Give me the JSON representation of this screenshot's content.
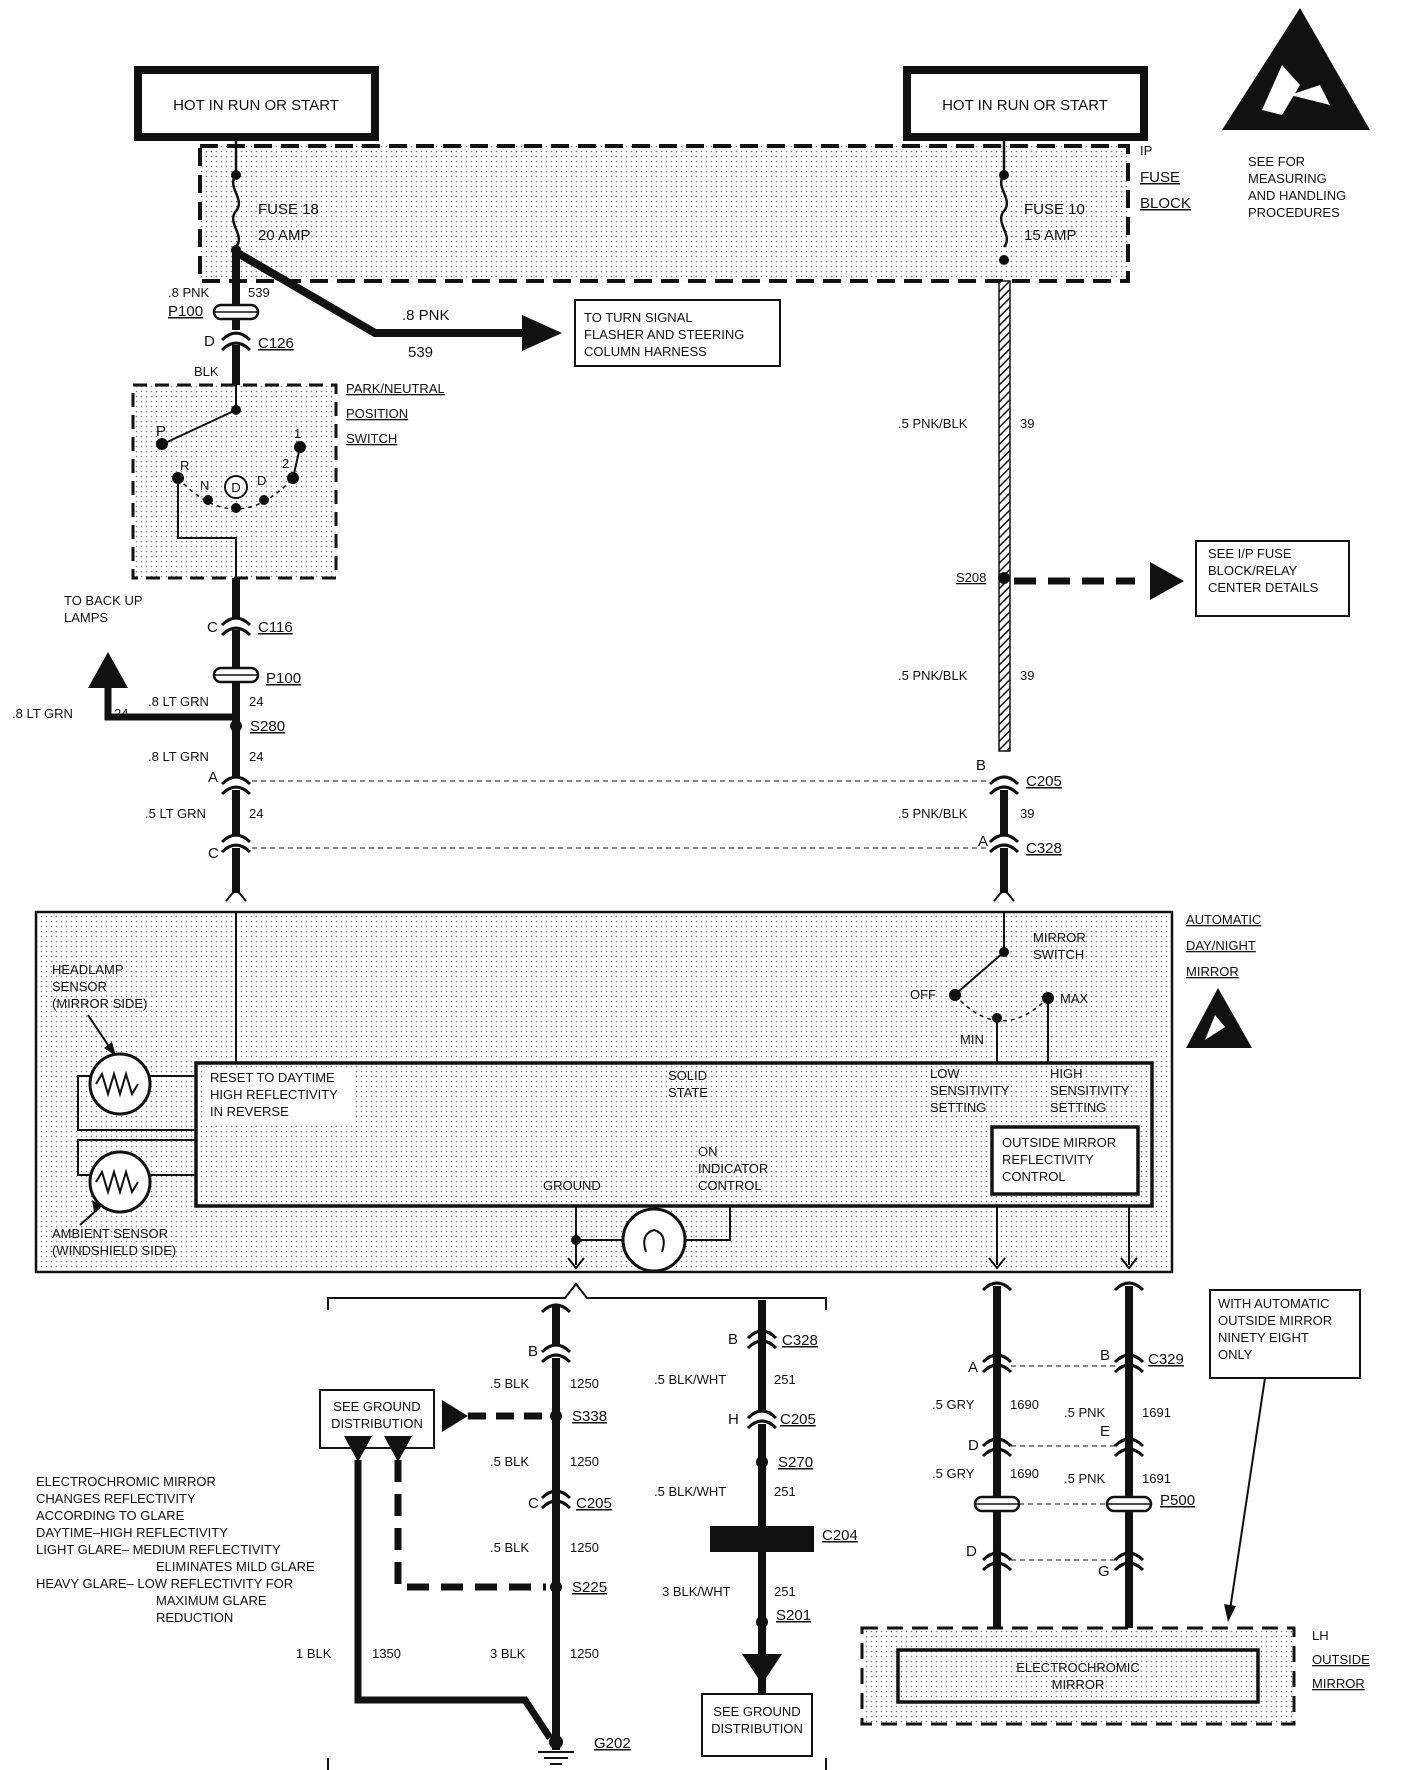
{
  "top_left_box": "HOT IN RUN OR START",
  "top_right_box": "HOT IN RUN OR START",
  "esd_note": [
    "SEE FOR",
    "MEASURING",
    "AND HANDLING",
    "PROCEDURES"
  ],
  "fuse_block": {
    "label": [
      "IP",
      "FUSE",
      "BLOCK"
    ]
  },
  "fuse_left": {
    "name": "FUSE 18",
    "rating": "20 AMP"
  },
  "fuse_right": {
    "name": "FUSE 10",
    "rating": "15 AMP"
  },
  "turn_signal": {
    "box": [
      "TO TURN SIGNAL",
      "FLASHER AND STEERING",
      "COLUMN HARNESS"
    ],
    "wire": ".8 PNK",
    "circuit": "539"
  },
  "left_wires": {
    "w1": ".8 PNK",
    "c1": "539",
    "p100": "P100",
    "pin_d": "D",
    "c126": "C126",
    "blk": "BLK",
    "pin_c": "C",
    "c116": "C116",
    "p100b": "P100",
    "back_up": [
      "TO BACK UP",
      "LAMPS"
    ],
    "ltgrn_left": ".8 LT GRN",
    "c24a": "24",
    "w2": ".8 LT GRN",
    "c24b": "24",
    "s280": "S280",
    "w3": ".8 LT GRN",
    "c24c": "24",
    "pin_a": "A",
    "w4": ".5 LT GRN",
    "c24d": "24",
    "pin_c2": "C"
  },
  "pn_switch": {
    "label": [
      "PARK/NEUTRAL",
      "POSITION",
      "SWITCH"
    ],
    "positions": [
      "P",
      "R",
      "N",
      "D",
      "D",
      "2",
      "1"
    ]
  },
  "right_wires": {
    "w1": ".5 PNK/BLK",
    "c1": "39",
    "s208": "S208",
    "see_ip": [
      "SEE I/P FUSE",
      "BLOCK/RELAY",
      "CENTER DETAILS"
    ],
    "w2": ".5 PNK/BLK",
    "c2": "39",
    "pin_b": "B",
    "c205": "C205",
    "w3": ".5 PNK/BLK",
    "c3": "39",
    "pin_a": "A",
    "c328": "C328"
  },
  "mirror_module": {
    "label": [
      "AUTOMATIC",
      "DAY/NIGHT",
      "MIRROR"
    ],
    "mirror_switch": [
      "MIRROR",
      "SWITCH"
    ],
    "off": "OFF",
    "min": "MIN",
    "max": "MAX",
    "headlamp_sensor": [
      "HEADLAMP",
      "SENSOR",
      "(MIRROR SIDE)"
    ],
    "ambient_sensor": [
      "AMBIENT SENSOR",
      "(WINDSHIELD SIDE)"
    ],
    "reset": [
      "RESET TO DAYTIME",
      "HIGH REFLECTIVITY",
      "IN REVERSE"
    ],
    "solid_state": [
      "SOLID",
      "STATE"
    ],
    "low_sens": [
      "LOW",
      "SENSITIVITY",
      "SETTING"
    ],
    "high_sens": [
      "HIGH",
      "SENSITIVITY",
      "SETTING"
    ],
    "outside_ctrl": [
      "OUTSIDE MIRROR",
      "REFLECTIVITY",
      "CONTROL"
    ],
    "ground": "GROUND",
    "on_indicator": [
      "ON",
      "INDICATOR",
      "CONTROL"
    ]
  },
  "ground_branch": {
    "pin_b": "B",
    "w1": ".5 BLK",
    "c1": "1250",
    "s338": "S338",
    "see_ground": [
      "SEE GROUND",
      "DISTRIBUTION"
    ],
    "w2": ".5 BLK",
    "c2": "1250",
    "pin_c": "C",
    "c205": "C205",
    "w3": ".5 BLK",
    "c3": "1250",
    "s225": "S225",
    "w4": "1 BLK",
    "c4": "1350",
    "w5": "3 BLK",
    "c5": "1250",
    "g202": "G202"
  },
  "electro_note": [
    "ELECTROCHROMIC MIRROR",
    "CHANGES REFLECTIVITY",
    "ACCORDING TO GLARE",
    "DAYTIME–HIGH REFLECTIVITY",
    "LIGHT GLARE– MEDIUM REFLECTIVITY",
    "ELIMINATES MILD GLARE",
    "HEAVY GLARE– LOW REFLECTIVITY FOR",
    "MAXIMUM GLARE",
    "REDUCTION"
  ],
  "indicator_branch": {
    "pin_b": "B",
    "c328": "C328",
    "w1": ".5 BLK/WHT",
    "c1": "251",
    "pin_h": "H",
    "c205": "C205",
    "s270": "S270",
    "w2": ".5 BLK/WHT",
    "c2": "251",
    "c204": "C204",
    "w3": "3 BLK/WHT",
    "c3": "251",
    "s201": "S201",
    "see_ground": [
      "SEE GROUND",
      "DISTRIBUTION"
    ]
  },
  "outside_branch": {
    "pin_a": "A",
    "pin_b": "B",
    "c329": "C329",
    "w1": ".5 GRY",
    "c1": "1690",
    "w2": ".5 PNK",
    "c2": "1691",
    "pin_d": "D",
    "pin_e": "E",
    "w3": ".5 GRY",
    "c3": "1690",
    "w4": ".5 PNK",
    "c4": "1691",
    "p500": "P500",
    "pin_d2": "D",
    "pin_g": "G",
    "with_auto": [
      "WITH AUTOMATIC",
      "OUTSIDE MIRROR",
      "NINETY EIGHT",
      "ONLY"
    ],
    "electro": [
      "ELECTROCHROMIC",
      "MIRROR"
    ],
    "lh_label": [
      "LH",
      "OUTSIDE",
      "MIRROR"
    ]
  }
}
